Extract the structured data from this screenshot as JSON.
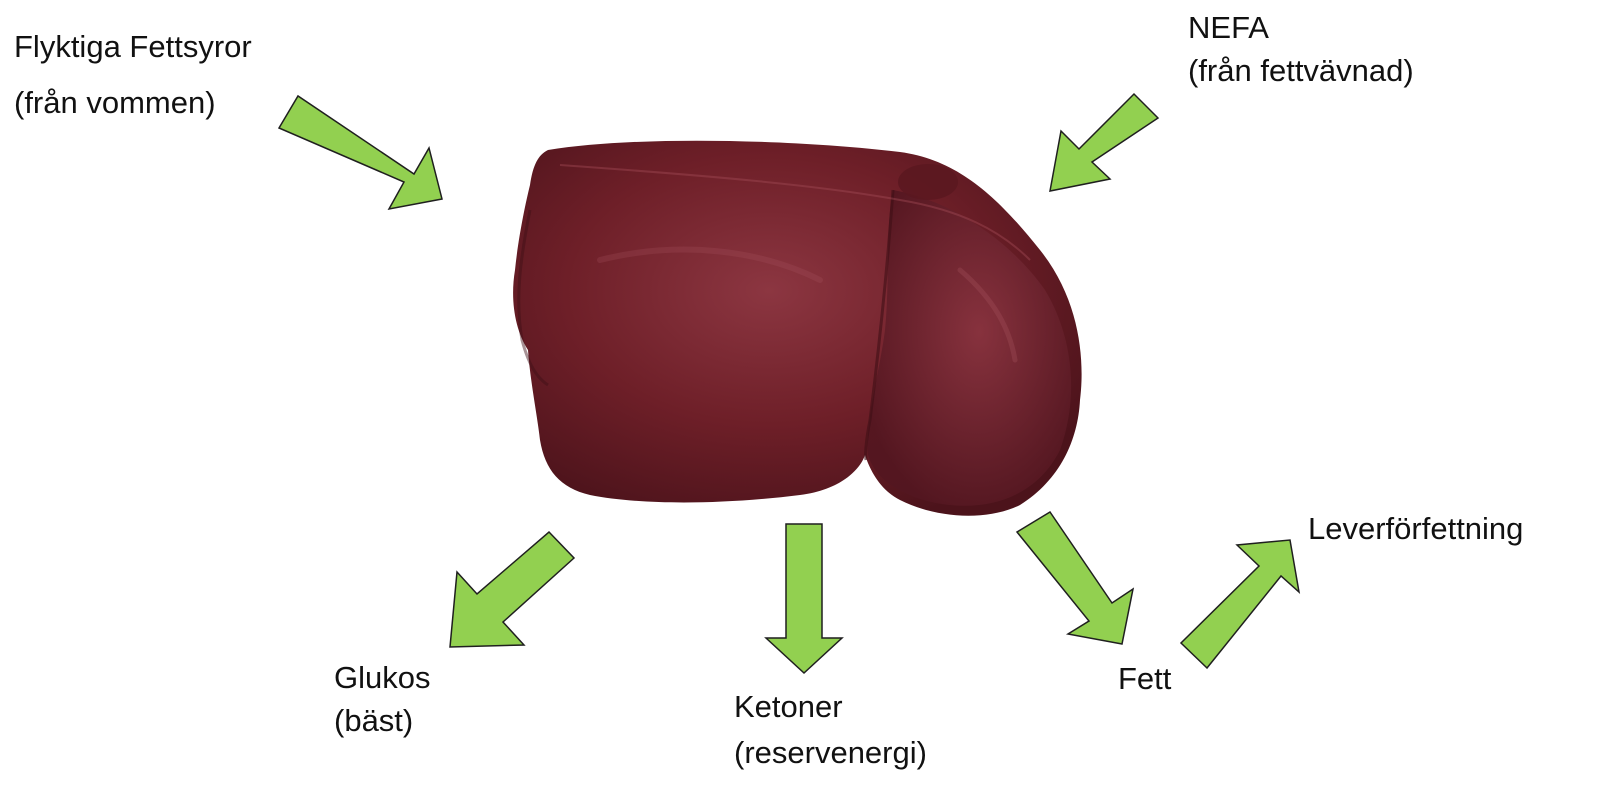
{
  "colors": {
    "arrow_fill": "#92d050",
    "arrow_stroke": "#1f1f1f",
    "organ_base": "#6e1f28",
    "organ_light": "#8c3641",
    "organ_dark": "#4c131b",
    "text": "#111111"
  },
  "organ": {
    "name": "liver"
  },
  "inputs": {
    "volatile_fatty_acids": {
      "line1": "Flyktiga Fettsyror",
      "line2": "(från vommen)"
    },
    "nefa": {
      "line1": "NEFA",
      "line2": "(från fettvävnad)"
    }
  },
  "outputs": {
    "glucose": {
      "line1": "Glukos",
      "line2": "(bäst)"
    },
    "ketones": {
      "line1": "Ketoner",
      "line2": "(reservenergi)"
    },
    "fat": {
      "line1": "Fett"
    },
    "fatty_liver": {
      "line1": "Leverförfettning"
    }
  }
}
